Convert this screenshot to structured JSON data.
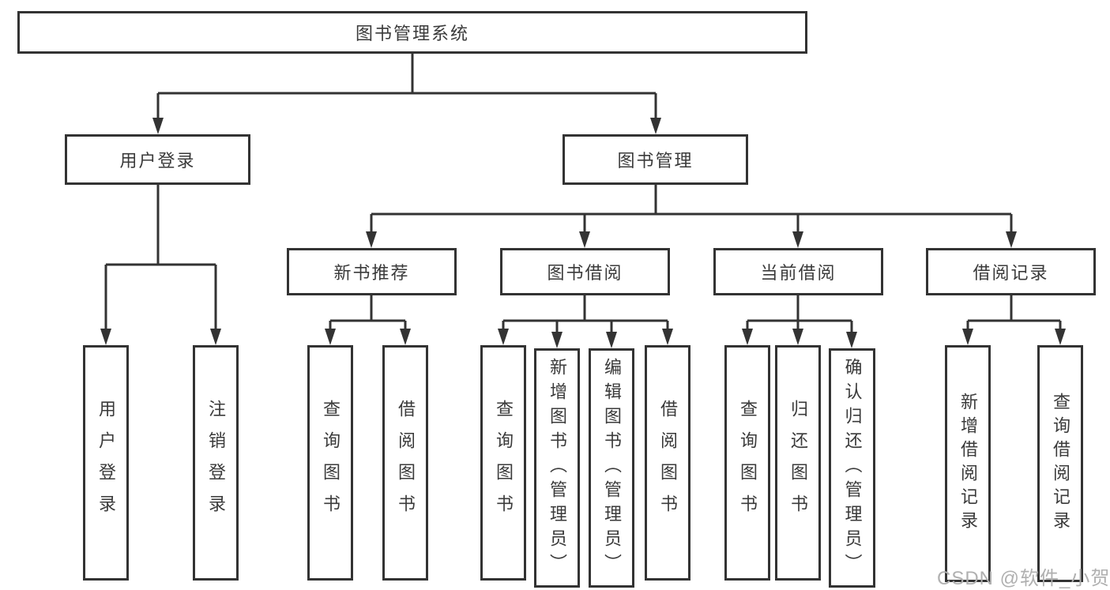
{
  "colors": {
    "line": "#333333",
    "text": "#3a3a3a",
    "background": "#ffffff",
    "watermark": "#b0b0b0"
  },
  "tree": {
    "root": "图书管理系统",
    "user_login": {
      "label": "用户登录",
      "children": [
        "用户登录",
        "注销登录"
      ]
    },
    "book_management": {
      "label": "图书管理",
      "groups": [
        {
          "label": "新书推荐",
          "children": [
            "查询图书",
            "借阅图书"
          ]
        },
        {
          "label": "图书借阅",
          "children": [
            "查询图书",
            "新增图书（管理员）",
            "编辑图书（管理员）",
            "借阅图书"
          ]
        },
        {
          "label": "当前借阅",
          "children": [
            "查询图书",
            "归还图书",
            "确认归还（管理员）"
          ]
        },
        {
          "label": "借阅记录",
          "children": [
            "新增借阅记录",
            "查询借阅记录"
          ]
        }
      ]
    }
  },
  "watermark": {
    "text": "CSDN @软件_小贺同学"
  }
}
